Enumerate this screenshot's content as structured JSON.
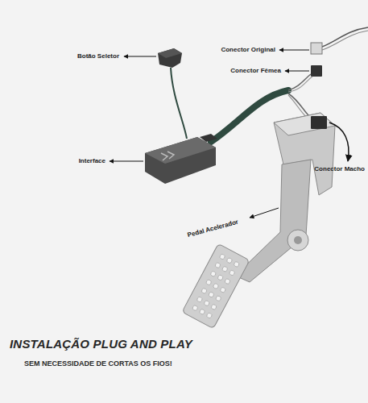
{
  "diagram": {
    "title": "INSTALAÇÃO PLUG AND PLAY",
    "caption": "SEM NECESSIDADE DE CORTAS OS FIOS!",
    "labels": [
      "Botão Seletor",
      "Conector Original",
      "Conector Fêmea",
      "Interface",
      "Conector Macho",
      "Pedal Acelerador"
    ]
  }
}
